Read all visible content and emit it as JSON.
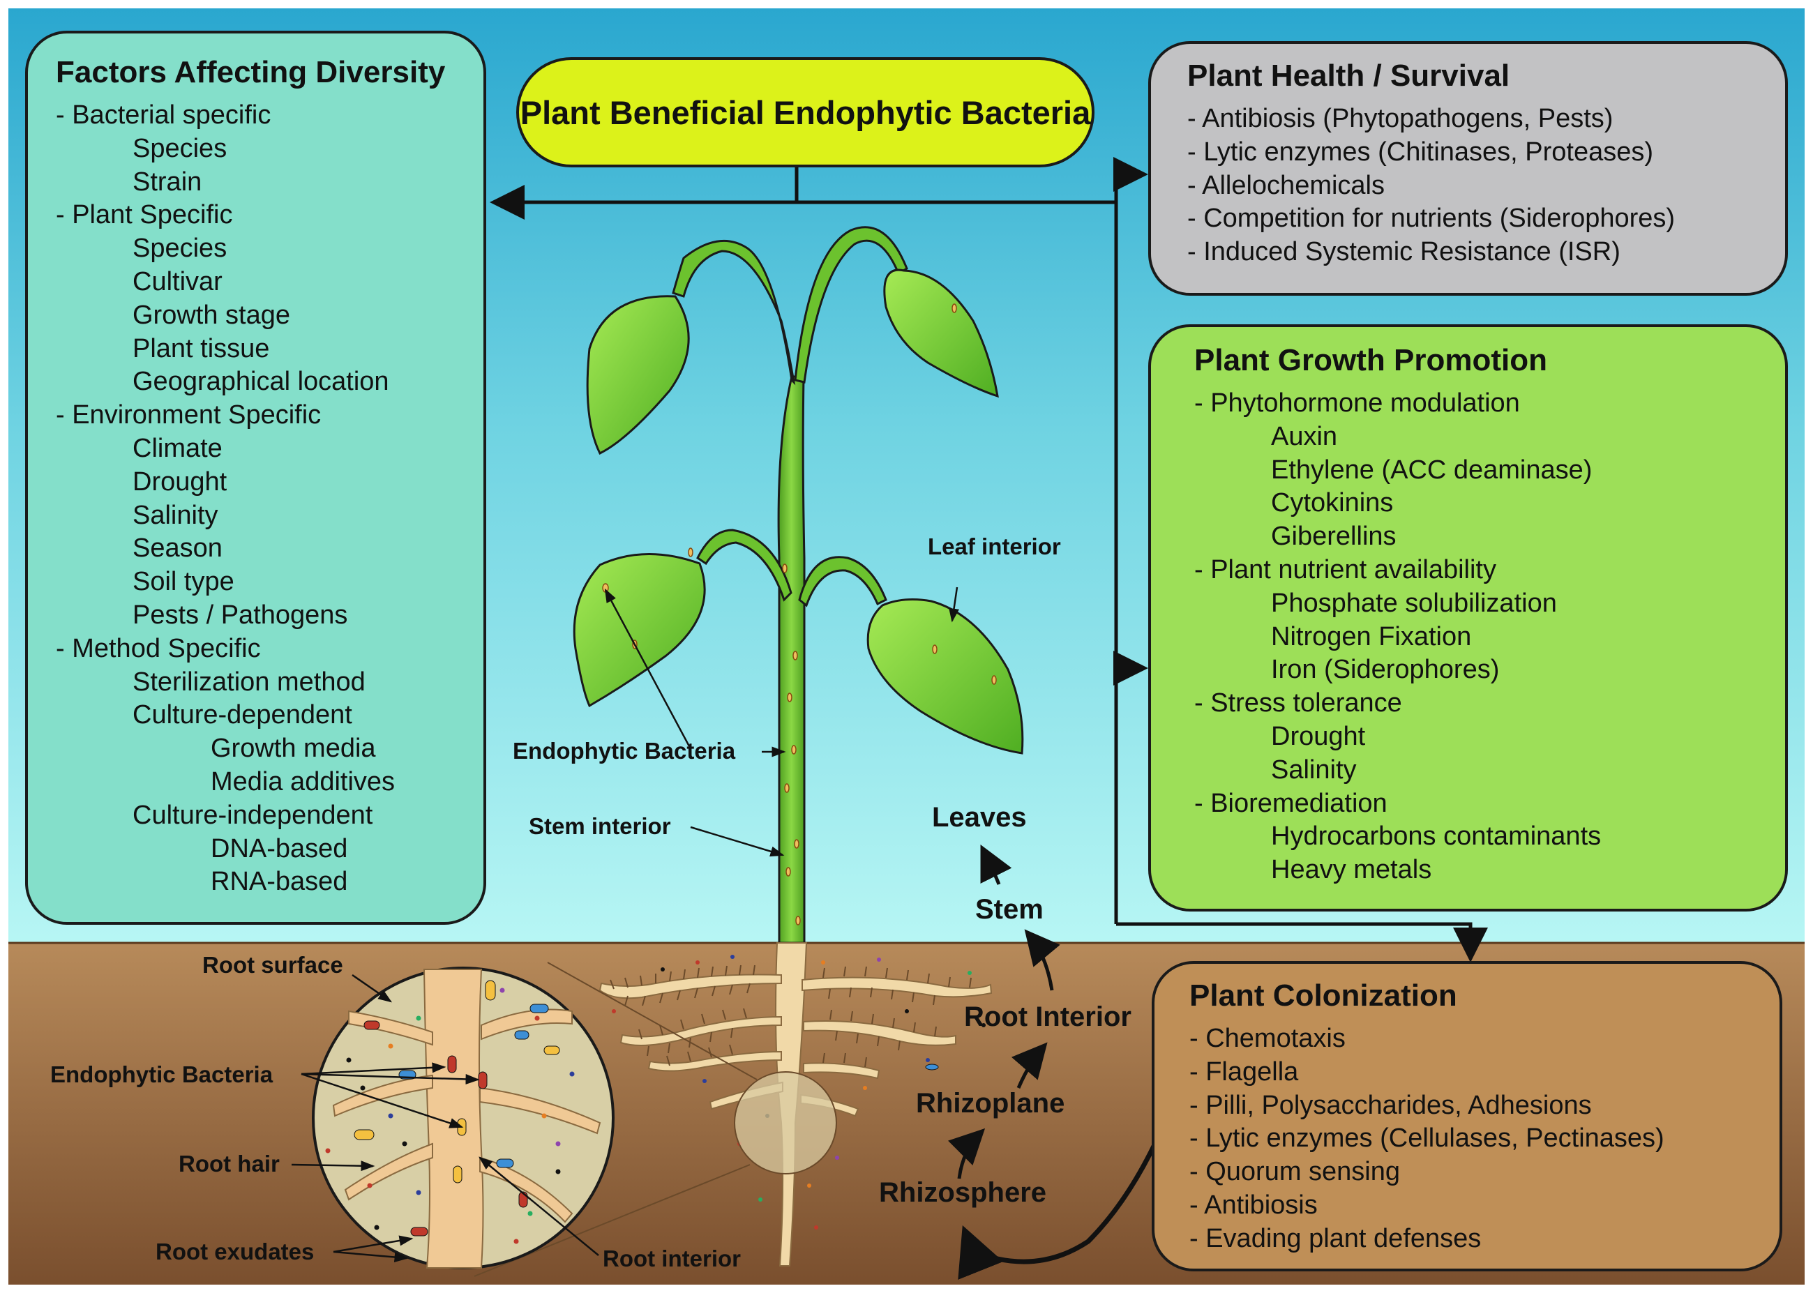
{
  "title": "Plant Beneficial Endophytic Bacteria",
  "factors": {
    "heading": "Factors Affecting Diversity",
    "items": [
      {
        "level": 1,
        "text": "- Bacterial specific"
      },
      {
        "level": 2,
        "text": "Species"
      },
      {
        "level": 2,
        "text": "Strain"
      },
      {
        "level": 1,
        "text": "- Plant Specific"
      },
      {
        "level": 2,
        "text": "Species"
      },
      {
        "level": 2,
        "text": "Cultivar"
      },
      {
        "level": 2,
        "text": "Growth stage"
      },
      {
        "level": 2,
        "text": "Plant tissue"
      },
      {
        "level": 2,
        "text": "Geographical location"
      },
      {
        "level": 1,
        "text": "- Environment Specific"
      },
      {
        "level": 2,
        "text": "Climate"
      },
      {
        "level": 2,
        "text": "Drought"
      },
      {
        "level": 2,
        "text": "Salinity"
      },
      {
        "level": 2,
        "text": "Season"
      },
      {
        "level": 2,
        "text": "Soil type"
      },
      {
        "level": 2,
        "text": "Pests / Pathogens"
      },
      {
        "level": 1,
        "text": "- Method Specific"
      },
      {
        "level": 2,
        "text": "Sterilization method"
      },
      {
        "level": 2,
        "text": "Culture-dependent"
      },
      {
        "level": 3,
        "text": "Growth media"
      },
      {
        "level": 3,
        "text": "Media additives"
      },
      {
        "level": 2,
        "text": "Culture-independent"
      },
      {
        "level": 3,
        "text": "DNA-based"
      },
      {
        "level": 3,
        "text": "RNA-based"
      }
    ]
  },
  "health": {
    "heading": "Plant Health / Survival",
    "items": [
      {
        "level": 1,
        "text": "- Antibiosis (Phytopathogens, Pests)"
      },
      {
        "level": 1,
        "text": "- Lytic enzymes (Chitinases, Proteases)"
      },
      {
        "level": 1,
        "text": "- Allelochemicals"
      },
      {
        "level": 1,
        "text": "- Competition for nutrients (Siderophores)"
      },
      {
        "level": 1,
        "text": "- Induced Systemic Resistance (ISR)"
      }
    ]
  },
  "growth": {
    "heading": "Plant Growth Promotion",
    "items": [
      {
        "level": 1,
        "text": "- Phytohormone modulation"
      },
      {
        "level": 2,
        "text": "Auxin"
      },
      {
        "level": 2,
        "text": "Ethylene (ACC deaminase)"
      },
      {
        "level": 2,
        "text": "Cytokinins"
      },
      {
        "level": 2,
        "text": "Giberellins"
      },
      {
        "level": 1,
        "text": "- Plant nutrient availability"
      },
      {
        "level": 2,
        "text": "Phosphate solubilization"
      },
      {
        "level": 2,
        "text": "Nitrogen Fixation"
      },
      {
        "level": 2,
        "text": "Iron (Siderophores)"
      },
      {
        "level": 1,
        "text": "- Stress tolerance"
      },
      {
        "level": 2,
        "text": "Drought"
      },
      {
        "level": 2,
        "text": "Salinity"
      },
      {
        "level": 1,
        "text": "- Bioremediation"
      },
      {
        "level": 2,
        "text": "Hydrocarbons contaminants"
      },
      {
        "level": 2,
        "text": "Heavy metals"
      }
    ]
  },
  "colonization": {
    "heading": "Plant Colonization",
    "items": [
      {
        "level": 1,
        "text": "- Chemotaxis"
      },
      {
        "level": 1,
        "text": "- Flagella"
      },
      {
        "level": 1,
        "text": "- Pilli, Polysaccharides, Adhesions"
      },
      {
        "level": 1,
        "text": "- Lytic enzymes (Cellulases, Pectinases)"
      },
      {
        "level": 1,
        "text": "- Quorum sensing"
      },
      {
        "level": 1,
        "text": "- Antibiosis"
      },
      {
        "level": 1,
        "text": "- Evading plant defenses"
      }
    ]
  },
  "labels": {
    "leaf_interior": "Leaf interior",
    "endophytic_bacteria_plant": "Endophytic Bacteria",
    "stem_interior": "Stem interior",
    "leaves": "Leaves",
    "stem": "Stem",
    "root_interior_flow": "Root Interior",
    "rhizoplane": "Rhizoplane",
    "rhizosphere": "Rhizosphere",
    "root_surface": "Root surface",
    "endophytic_bacteria_root": "Endophytic Bacteria",
    "root_hair": "Root hair",
    "root_exudates": "Root exudates",
    "root_interior_zoom": "Root interior"
  },
  "colors": {
    "sky_top": "#2aa7cf",
    "sky_bottom": "#b7f6f4",
    "soil_top": "#b78a5a",
    "soil_bottom": "#7a4f2e",
    "factors_box": "#84dfca",
    "title_box": "#dcf21a",
    "health_box": "#c2c2c4",
    "growth_box": "#9ddf58",
    "colonization_box": "#bf8f57",
    "leaf": "#7bd63a",
    "stem": "#6cc22e",
    "root": "#f1d9a8"
  }
}
